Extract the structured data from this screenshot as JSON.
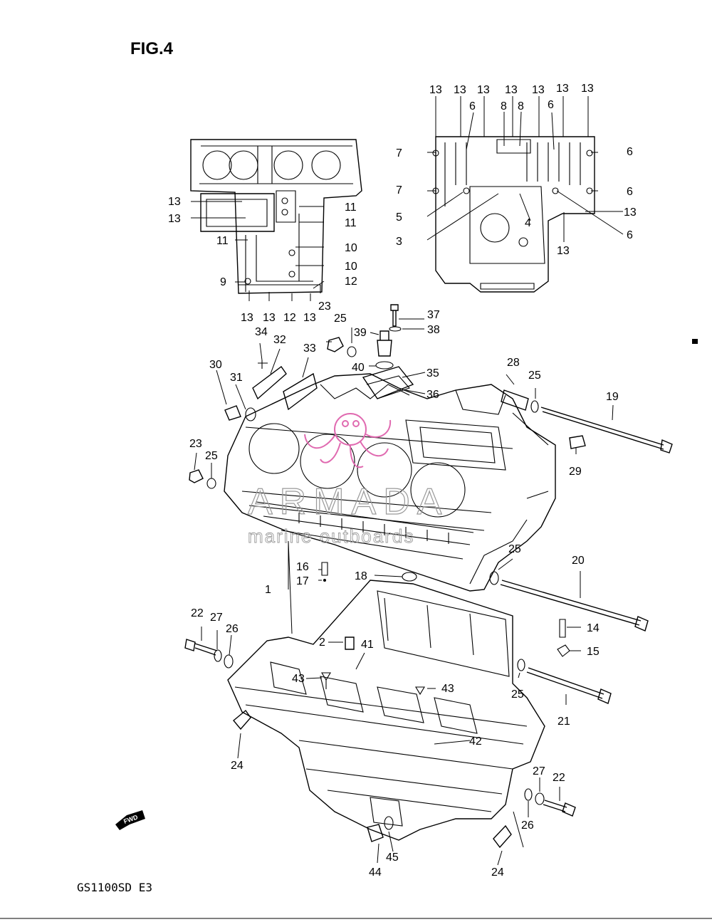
{
  "figure_title": "FIG.4",
  "model_code": "GS1100SD E3",
  "forward_marker": "FWD",
  "watermark": {
    "name": "ARMADA",
    "tagline": "marine outboards"
  },
  "colors": {
    "line": "#000000",
    "watermark_logo": "#e06ab0",
    "watermark_text": "#9a9a9a"
  },
  "callouts": {
    "c1": "1",
    "c2": "2",
    "c3": "3",
    "c4": "4",
    "c5": "5",
    "c6": "6",
    "c7": "7",
    "c8": "8",
    "c9": "9",
    "c10": "10",
    "c11": "11",
    "c12": "12",
    "c13": "13",
    "c14": "14",
    "c15": "15",
    "c16": "16",
    "c17": "17",
    "c18": "18",
    "c19": "19",
    "c20": "20",
    "c21": "21",
    "c22": "22",
    "c23": "23",
    "c24": "24",
    "c25": "25",
    "c26": "26",
    "c27": "27",
    "c28": "28",
    "c29": "29",
    "c30": "30",
    "c31": "31",
    "c32": "32",
    "c33": "33",
    "c34": "34",
    "c35": "35",
    "c36": "36",
    "c37": "37",
    "c38": "38",
    "c39": "39",
    "c40": "40",
    "c41": "41",
    "c42": "42",
    "c43": "43",
    "c44": "44",
    "c45": "45"
  }
}
